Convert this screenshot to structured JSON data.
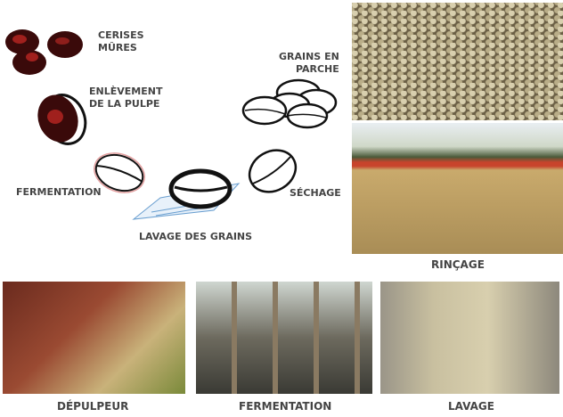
{
  "steps": {
    "cherries": [
      "CERISES",
      "MÛRES"
    ],
    "depulping": [
      "ENLÈVEMENT",
      "DE LA PULPE"
    ],
    "fermentation": "FERMENTATION",
    "washing": "LAVAGE DES GRAINS",
    "drying": "SÉCHAGE",
    "parchment": [
      "GRAINS EN",
      "PARCHE"
    ]
  },
  "photos": {
    "rinsing": "RINÇAGE",
    "pulper": "DÉPULPEUR",
    "fermentation": "FERMENTATION",
    "washing": "LAVAGE"
  }
}
